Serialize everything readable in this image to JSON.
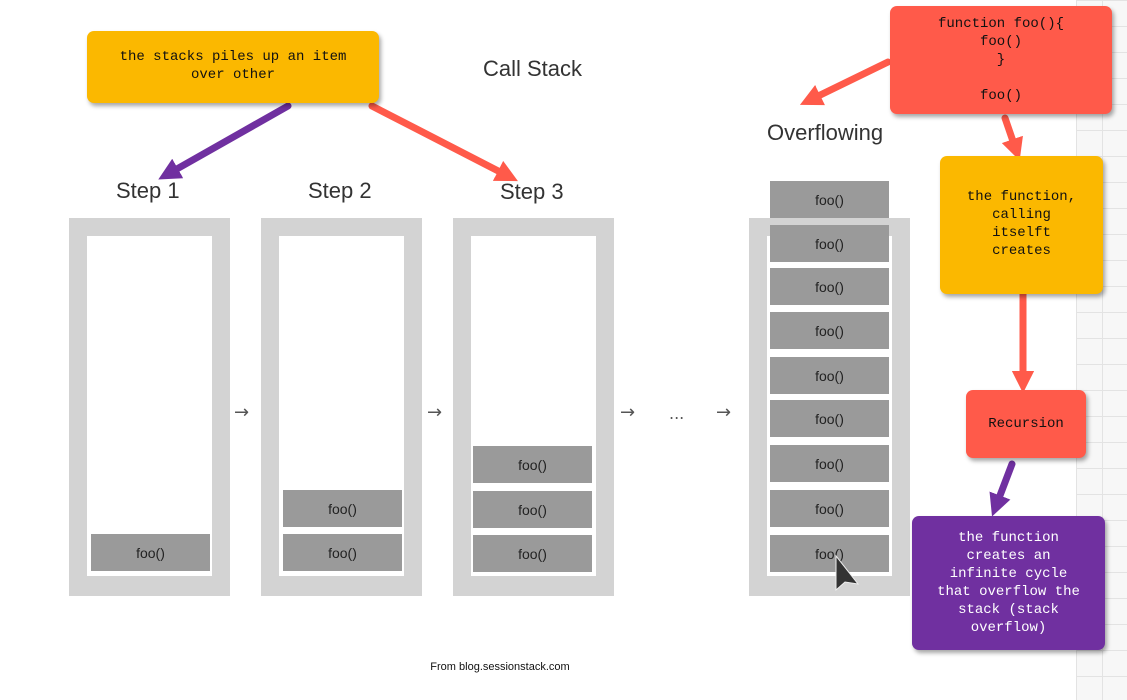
{
  "diagram": {
    "title": "Call Stack",
    "overflow_title": "Overflowing",
    "steps": [
      {
        "label": "Step 1",
        "frames": [
          "foo()"
        ]
      },
      {
        "label": "Step 2",
        "frames": [
          "foo()",
          "foo()"
        ]
      },
      {
        "label": "Step 3",
        "frames": [
          "foo()",
          "foo()",
          "foo()"
        ]
      }
    ],
    "overflow_frames": [
      "foo()",
      "foo()",
      "foo()",
      "foo()",
      "foo()",
      "foo()",
      "foo()",
      "foo()",
      "foo()"
    ],
    "flow_arrow": "→",
    "ellipsis": "...",
    "source": "From blog.sessionstack.com"
  },
  "notes": {
    "stack_piles": "the stacks piles up an item\nover other",
    "code": "function foo(){\nfoo()\n}\n\nfoo()",
    "calling_itself": "the function,\ncalling\nitselft\ncreates",
    "recursion": "Recursion",
    "infinite_cycle": "the function\ncreates an\ninfinite cycle\nthat overflow the\nstack (stack\noverflow)"
  },
  "colors": {
    "yellow_note": "#fbb800",
    "red_note": "#ff5a4a",
    "purple_note": "#7030a0",
    "red_arrow": "#ff5a4a",
    "purple_arrow": "#7030a0"
  }
}
